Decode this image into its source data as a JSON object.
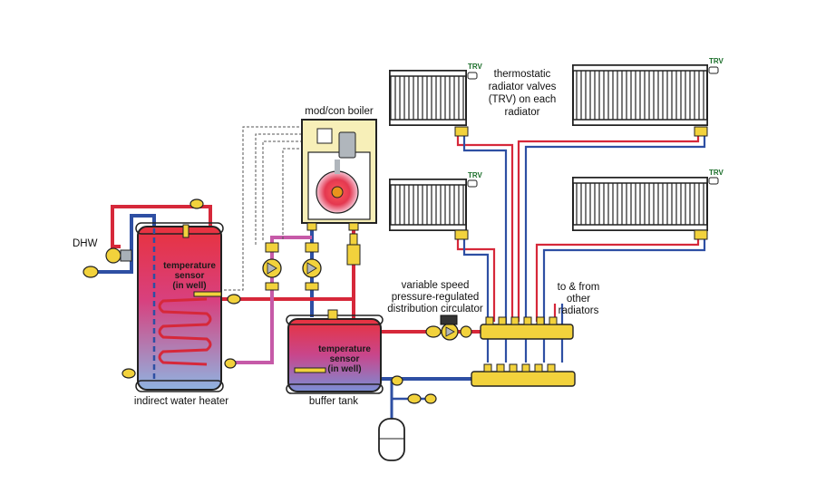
{
  "labels": {
    "boiler": "mod/con boiler",
    "trv_note": [
      "thermostatic",
      "radiator valves",
      "(TRV) on each",
      "radiator"
    ],
    "trv_tag": "TRV",
    "dhw": "DHW",
    "sensor_heater": [
      "temperature",
      "sensor",
      "(in well)"
    ],
    "sensor_buffer": [
      "temperature",
      "sensor",
      "(in well)"
    ],
    "circulator": [
      "variable speed",
      "pressure-regulated",
      "distribution circulator"
    ],
    "to_from": [
      "to & from",
      "other",
      "radiators"
    ],
    "water_heater": "indirect water heater",
    "buffer_tank": "buffer tank"
  },
  "colors": {
    "supply": "#d6283a",
    "return": "#2e4fa3",
    "mixed": "#c65aa8",
    "brass": "#f2d23c",
    "tank_hot": "#e8323e",
    "tank_cold": "#8fb3e0",
    "trv_text": "#1b6e2a",
    "control_wire": "#555555"
  }
}
